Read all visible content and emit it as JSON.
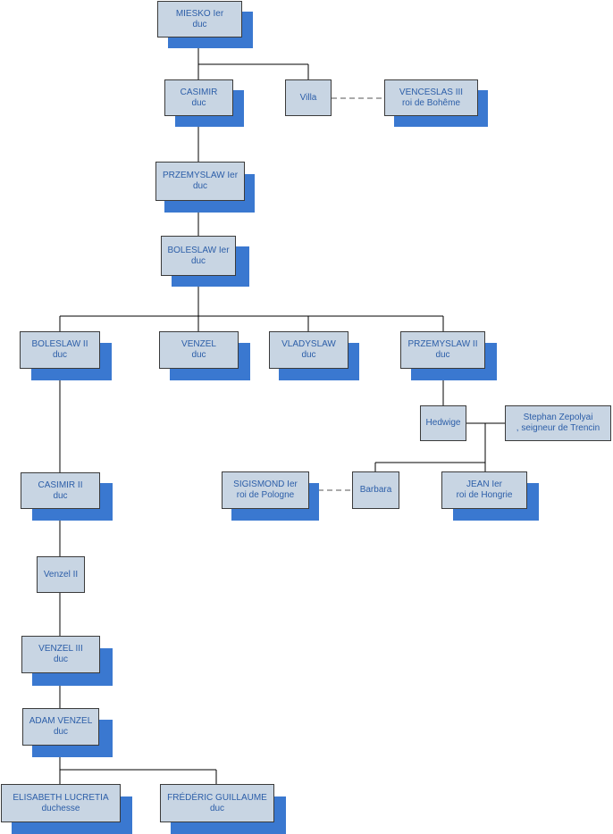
{
  "colors": {
    "box_fill": "#c8d5e3",
    "box_border": "#3b3b3b",
    "shadow": "#3a78d0",
    "text": "#2c5ea8",
    "line": "#000000"
  },
  "nodes": [
    {
      "id": "miesko",
      "name": "MIESKO Ier",
      "title": "duc"
    },
    {
      "id": "casimir",
      "name": "CASIMIR",
      "title": "duc"
    },
    {
      "id": "villa",
      "name": "Villa",
      "title": ""
    },
    {
      "id": "venceslas",
      "name": "VENCESLAS III",
      "title": "roi de Bohême"
    },
    {
      "id": "przemyslaw1",
      "name": "PRZEMYSLAW Ier",
      "title": "duc"
    },
    {
      "id": "boleslaw1",
      "name": "BOLESLAW Ier",
      "title": "duc"
    },
    {
      "id": "boleslaw2",
      "name": "BOLESLAW II",
      "title": "duc"
    },
    {
      "id": "venzel",
      "name": "VENZEL",
      "title": "duc"
    },
    {
      "id": "vladyslaw",
      "name": "VLADYSLAW",
      "title": "duc"
    },
    {
      "id": "przemyslaw2",
      "name": "PRZEMYSLAW II",
      "title": "duc"
    },
    {
      "id": "hedwige",
      "name": "Hedwige",
      "title": ""
    },
    {
      "id": "stephan",
      "name": "Stephan Zepolyai",
      "title": ", seigneur de Trencin"
    },
    {
      "id": "sigismond",
      "name": "SIGISMOND Ier",
      "title": "roi de Pologne"
    },
    {
      "id": "barbara",
      "name": "Barbara",
      "title": ""
    },
    {
      "id": "jean",
      "name": "JEAN Ier",
      "title": "roi de Hongrie"
    },
    {
      "id": "casimir2",
      "name": "CASIMIR II",
      "title": "duc"
    },
    {
      "id": "venzel2",
      "name": "Venzel II",
      "title": ""
    },
    {
      "id": "venzel3",
      "name": "VENZEL III",
      "title": "duc"
    },
    {
      "id": "adam",
      "name": "ADAM VENZEL",
      "title": "duc"
    },
    {
      "id": "elisabeth",
      "name": "ELISABETH LUCRETIA",
      "title": "duchesse"
    },
    {
      "id": "frederic",
      "name": "FRÉDÉRIC GUILLAUME",
      "title": "duc"
    }
  ]
}
